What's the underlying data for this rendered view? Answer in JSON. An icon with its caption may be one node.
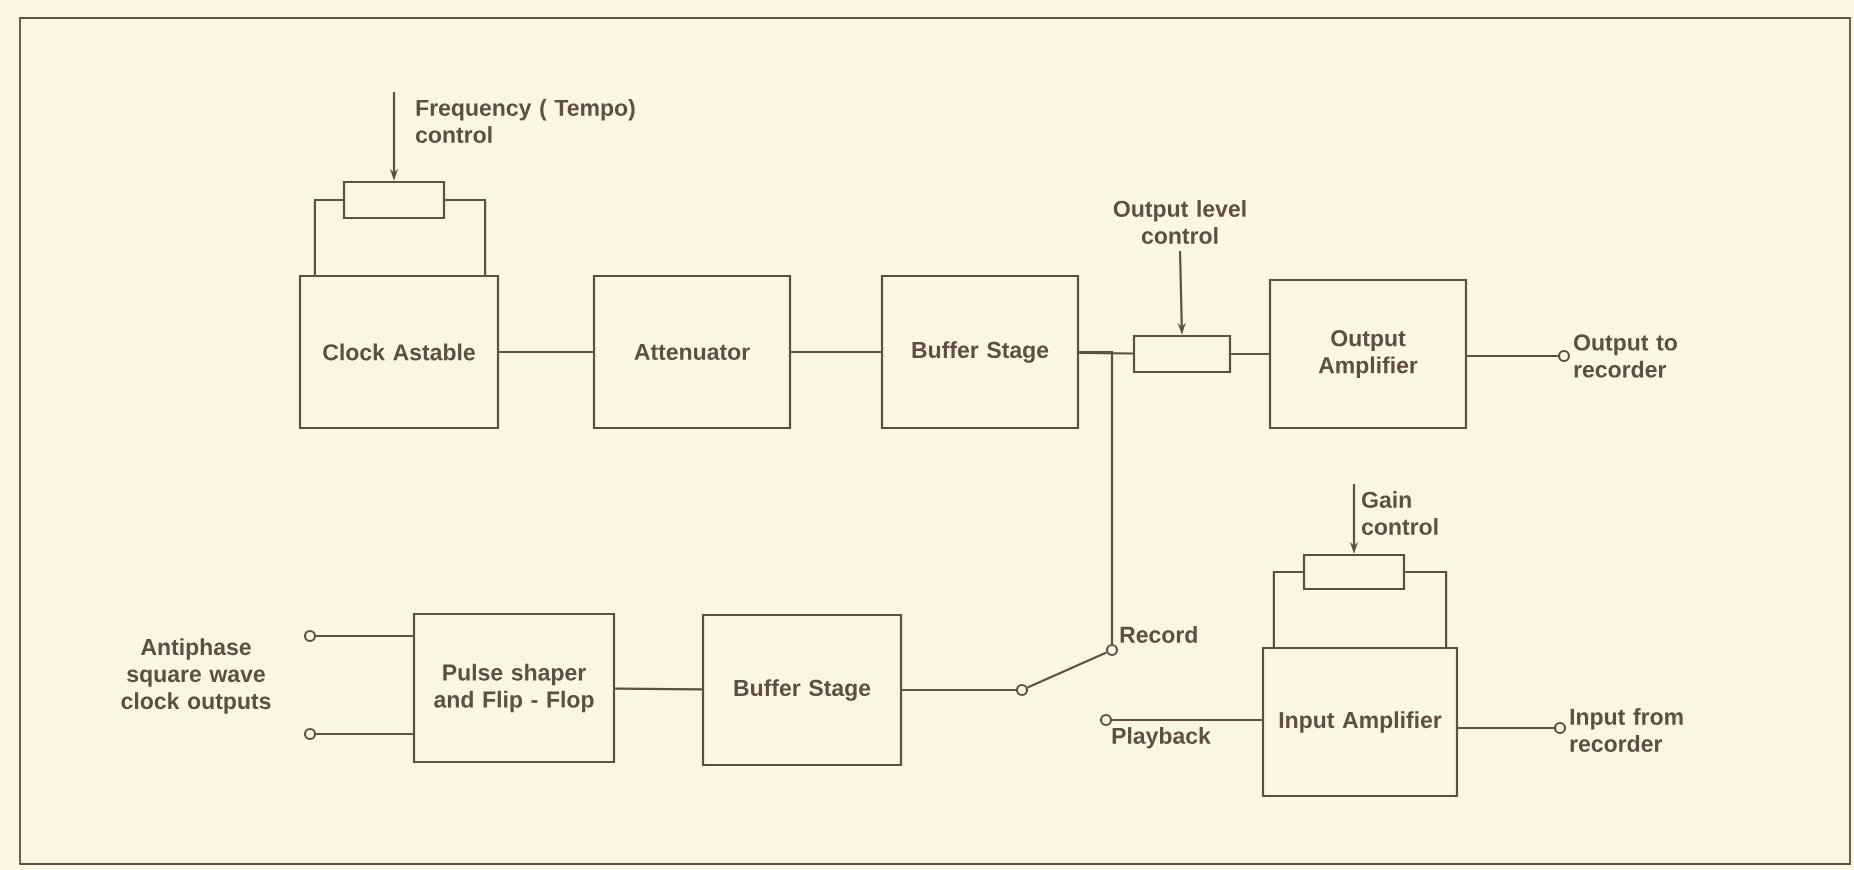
{
  "diagram": {
    "nodes": [
      {
        "text": [
          "Frequency ( Tempo) control"
        ]
      },
      {
        "text": [],
        "shape": "box"
      },
      {
        "text": [
          "Clock Astable"
        ]
      },
      {
        "text": [
          "Attenuator"
        ]
      },
      {
        "text": [
          "Buffer Stage"
        ]
      },
      {
        "text": [
          "Output level control"
        ]
      },
      {
        "text": [],
        "shape": "box"
      },
      {
        "text": [
          "Output Amplifier"
        ]
      },
      {
        "text": [],
        "shape": "circle",
        "beside": [
          "Output to recorder"
        ]
      },
      {
        "text": [],
        "shape": "circle"
      },
      {
        "text": [],
        "shape": "circle"
      },
      {
        "text": [
          "Pulse shaper and Flip - Flop"
        ]
      },
      {
        "text": [
          "Buffer Stage"
        ]
      },
      {
        "text": [],
        "shape": "circle"
      },
      {
        "text": [],
        "shape": "circle",
        "beside": [
          "Record"
        ]
      },
      {
        "text": [],
        "shape": "circle",
        "beside": [
          "Playback"
        ]
      },
      {
        "text": [
          "Input Amplifier"
        ]
      },
      {
        "text": [
          "Gain control"
        ]
      },
      {
        "text": [],
        "shape": "box"
      },
      {
        "text": [],
        "shape": "circle",
        "beside": [
          "Input from recorder"
        ]
      }
    ],
    "edges": [
      {
        "from": 0,
        "to": 1,
        "arrow": "to"
      },
      {
        "from": 1,
        "to": 2,
        "arrow": "none"
      },
      {
        "from": 1,
        "to": 2,
        "arrow": "none"
      },
      {
        "from": 2,
        "to": 3,
        "arrow": "none"
      },
      {
        "from": 3,
        "to": 4,
        "arrow": "none"
      },
      {
        "from": 4,
        "to": 6,
        "arrow": "none"
      },
      {
        "from": 4,
        "to": 14,
        "arrow": "none"
      },
      {
        "from": 5,
        "to": 6,
        "arrow": "to"
      },
      {
        "from": 6,
        "to": 7,
        "arrow": "none"
      },
      {
        "from": 7,
        "to": 8,
        "arrow": "none"
      },
      {
        "from": 9,
        "to": 11,
        "arrow": "none"
      },
      {
        "from": 10,
        "to": 11,
        "arrow": "none"
      },
      {
        "from": 11,
        "to": 12,
        "arrow": "none"
      },
      {
        "from": 12,
        "to": 13,
        "arrow": "none"
      },
      {
        "from": 13,
        "to": 14,
        "arrow": "none"
      },
      {
        "from": 15,
        "to": 16,
        "arrow": "none"
      },
      {
        "from": 17,
        "to": 18,
        "arrow": "to"
      },
      {
        "from": 18,
        "to": 16,
        "arrow": "none"
      },
      {
        "from": 18,
        "to": 16,
        "arrow": "none"
      },
      {
        "from": 16,
        "to": 19,
        "arrow": "none"
      }
    ],
    "labels": [
      "Antiphase square wave clock outputs"
    ]
  }
}
